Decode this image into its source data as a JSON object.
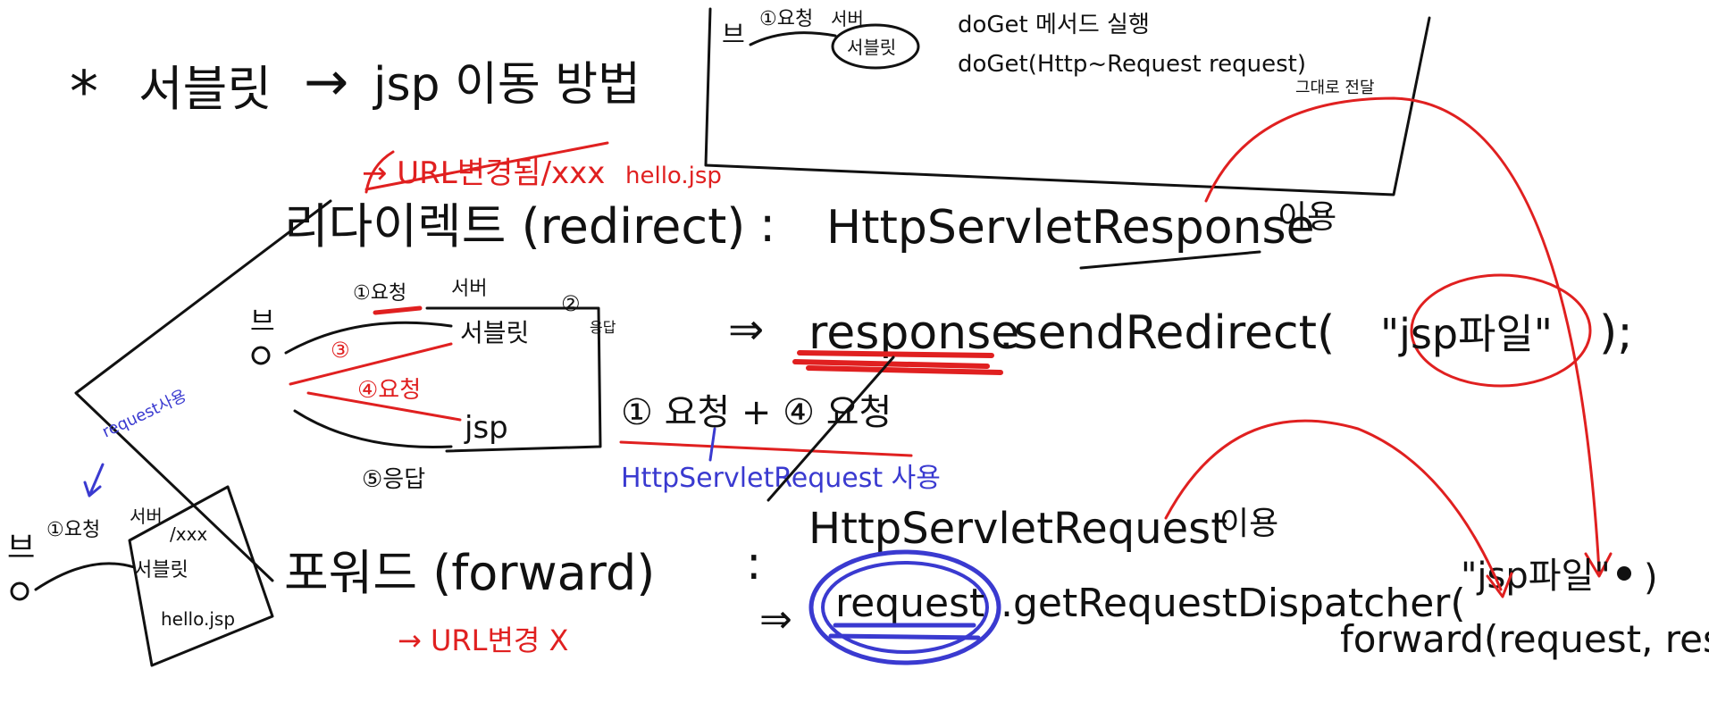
{
  "palette": {
    "black": "#111111",
    "red": "#e02020",
    "blue": "#3a3ad0",
    "background": "#ffffff"
  },
  "heading": {
    "star": "*",
    "servlet": "서블릿",
    "arrow": "→",
    "jsp_move": "jsp 이동 방법"
  },
  "redirect": {
    "url_change_note": "→ URL변경됨/xxx",
    "hello_jsp_note": "hello.jsp",
    "label": "리다이렉트 (redirect)",
    "colon": ":",
    "class_name": "HttpServletResponse",
    "use": "이용",
    "code_prefix": "⇒",
    "code_object": "response",
    "code_call": ".sendRedirect(",
    "code_arg": "\"jsp파일\"",
    "code_end": ");"
  },
  "redirect_flow": {
    "browser": "브",
    "step1": "①요청",
    "server": "서버",
    "servlet": "서블릿",
    "step2": "②",
    "step2_note": "응답",
    "step3": "③",
    "step4": "④요청",
    "jsp": "jsp",
    "step5": "⑤응답",
    "request_count": "① 요청 + ④ 요청",
    "request_note": "request사용",
    "request_object_note": "HttpServletRequest 사용"
  },
  "top_note": {
    "browser": "브",
    "step1": "①요청",
    "server": "서버",
    "servlet": "서블릿",
    "line1": "doGet 메서드 실행",
    "line2": "doGet(Http~Request request)",
    "line2_note": "그대로 전달"
  },
  "forward": {
    "browser": "브",
    "step1": "①요청",
    "server": "서버",
    "box_xxx": "/xxx",
    "box_servlet": "서블릿",
    "box_hello": "hello.jsp",
    "label": "포워드 (forward)",
    "colon": ":",
    "class_name": "HttpServletRequest",
    "use": "이용",
    "url_note": "→ URL변경 X",
    "code_prefix": "⇒",
    "code_object": "request",
    "code_call": ".getRequestDispatcher(",
    "code_arg": "\"jsp파일\"",
    "code_end": ")",
    "forward_call": "forward(request, response);"
  }
}
